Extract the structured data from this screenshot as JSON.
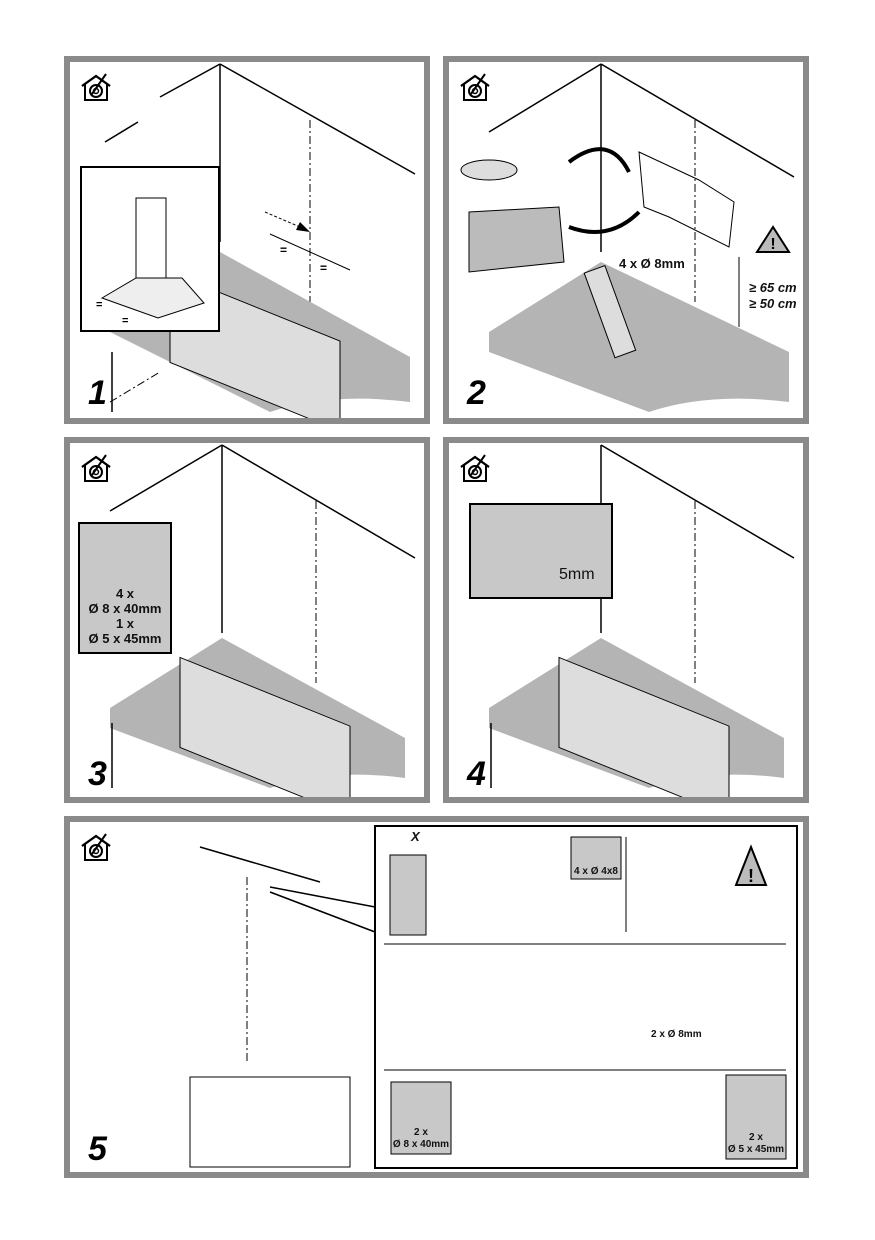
{
  "document": {
    "type": "installation-instructions",
    "subject": "wall-mounted chimney cooker hood installation"
  },
  "icons": {
    "ducted": "ducted-exhaust-icon",
    "recirculation": "recirculation-icon"
  },
  "steps": [
    {
      "number": "1",
      "description": "mark center line on wall above hob",
      "dimension_marks": [
        "=",
        "=",
        "=",
        "="
      ]
    },
    {
      "number": "2",
      "drill_label": "4 x Ø 8mm",
      "clearance_gas": "≥ 65 cm",
      "clearance_electric": "≥ 50 cm",
      "warning": "!"
    },
    {
      "number": "3",
      "parts_line1": "4 x",
      "parts_line2": "Ø 8 x 40mm",
      "parts_line3": "1 x",
      "parts_line4": "Ø 5 x 45mm"
    },
    {
      "number": "4",
      "gap_label": "5mm"
    },
    {
      "number": "5",
      "width_label": "X",
      "screws_label": "4 x  Ø 4x8",
      "drill_label": "2 x Ø 8mm",
      "plugs_qty": "2 x",
      "plugs_size": "Ø 8 x 40mm",
      "screws_qty": "2 x",
      "screws_size": "Ø 5 x 45mm",
      "warning": "!"
    }
  ],
  "colors": {
    "frame": "#8a8a8a",
    "counter": "#b4b4b4",
    "inset": "#c8c8c8"
  }
}
